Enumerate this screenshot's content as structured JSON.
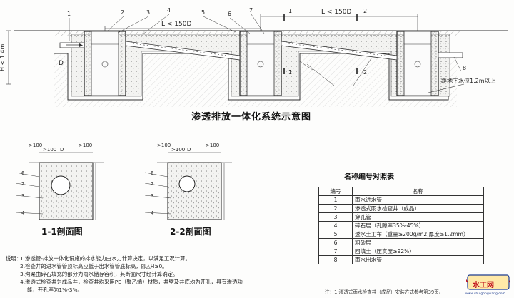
{
  "diagram": {
    "title": "渗透排放一体化系统示意图",
    "length_label_left": "L < 150D",
    "length_label_right": "L < 150D",
    "depth_label": "H < 1.4m",
    "groundwater_label": "距地下水位1.2m以上",
    "pipe_label": "D",
    "section_marks": [
      "1",
      "1",
      "2",
      "2"
    ],
    "callouts": [
      "1",
      "2",
      "3",
      "4",
      "5",
      "6",
      "7",
      "8"
    ]
  },
  "sections": [
    {
      "title": "1-1剖面图",
      "dims": [
        ">100",
        ">100",
        "D",
        ">100"
      ],
      "callouts": [
        "6",
        "2",
        "3",
        "4"
      ]
    },
    {
      "title": "2-2剖面图",
      "dims": [
        ">100",
        ">100",
        "D",
        ">100"
      ],
      "callouts": [
        "6",
        "2",
        "3",
        "4"
      ]
    }
  ],
  "table": {
    "title": "名称编号对照表",
    "headers": [
      "编号",
      "名称"
    ],
    "rows": [
      [
        "1",
        "雨水进水管"
      ],
      [
        "2",
        "渗透式雨水检查井（成品）"
      ],
      [
        "3",
        "穿孔管"
      ],
      [
        "4",
        "碎石层（孔隙率35%-45%）"
      ],
      [
        "5",
        "透水土工布（重量≥200g/m2,厚度≥1.2mm）"
      ],
      [
        "6",
        "粗砂层"
      ],
      [
        "7",
        "回填土（压实度≥92%）"
      ],
      [
        "8",
        "雨水出水管"
      ]
    ],
    "footnote": "注：1.渗透式雨水检查井（成品）安装方式参考第39页。"
  },
  "notes": {
    "heading": "说明：",
    "items": [
      "1.渗透管-排放一体化设施的排水能力由水力计算决定，以满足工况计算。",
      "2.检查井的进水管管顶标高应低于出水管管底标高，即△H≥0。",
      "3.沟渠由碎石填充的部分为雨水储存容积，其断面尺寸经计算确定。",
      "4.渗透式检查井为成品井，检查井均采用PE（聚乙烯）材质，井壁及井底均为开孔，具有渗透功",
      "能，开孔率为1%-3%。"
    ]
  },
  "logo": {
    "text": "水工网",
    "url": "www.shuigongwang.com"
  }
}
